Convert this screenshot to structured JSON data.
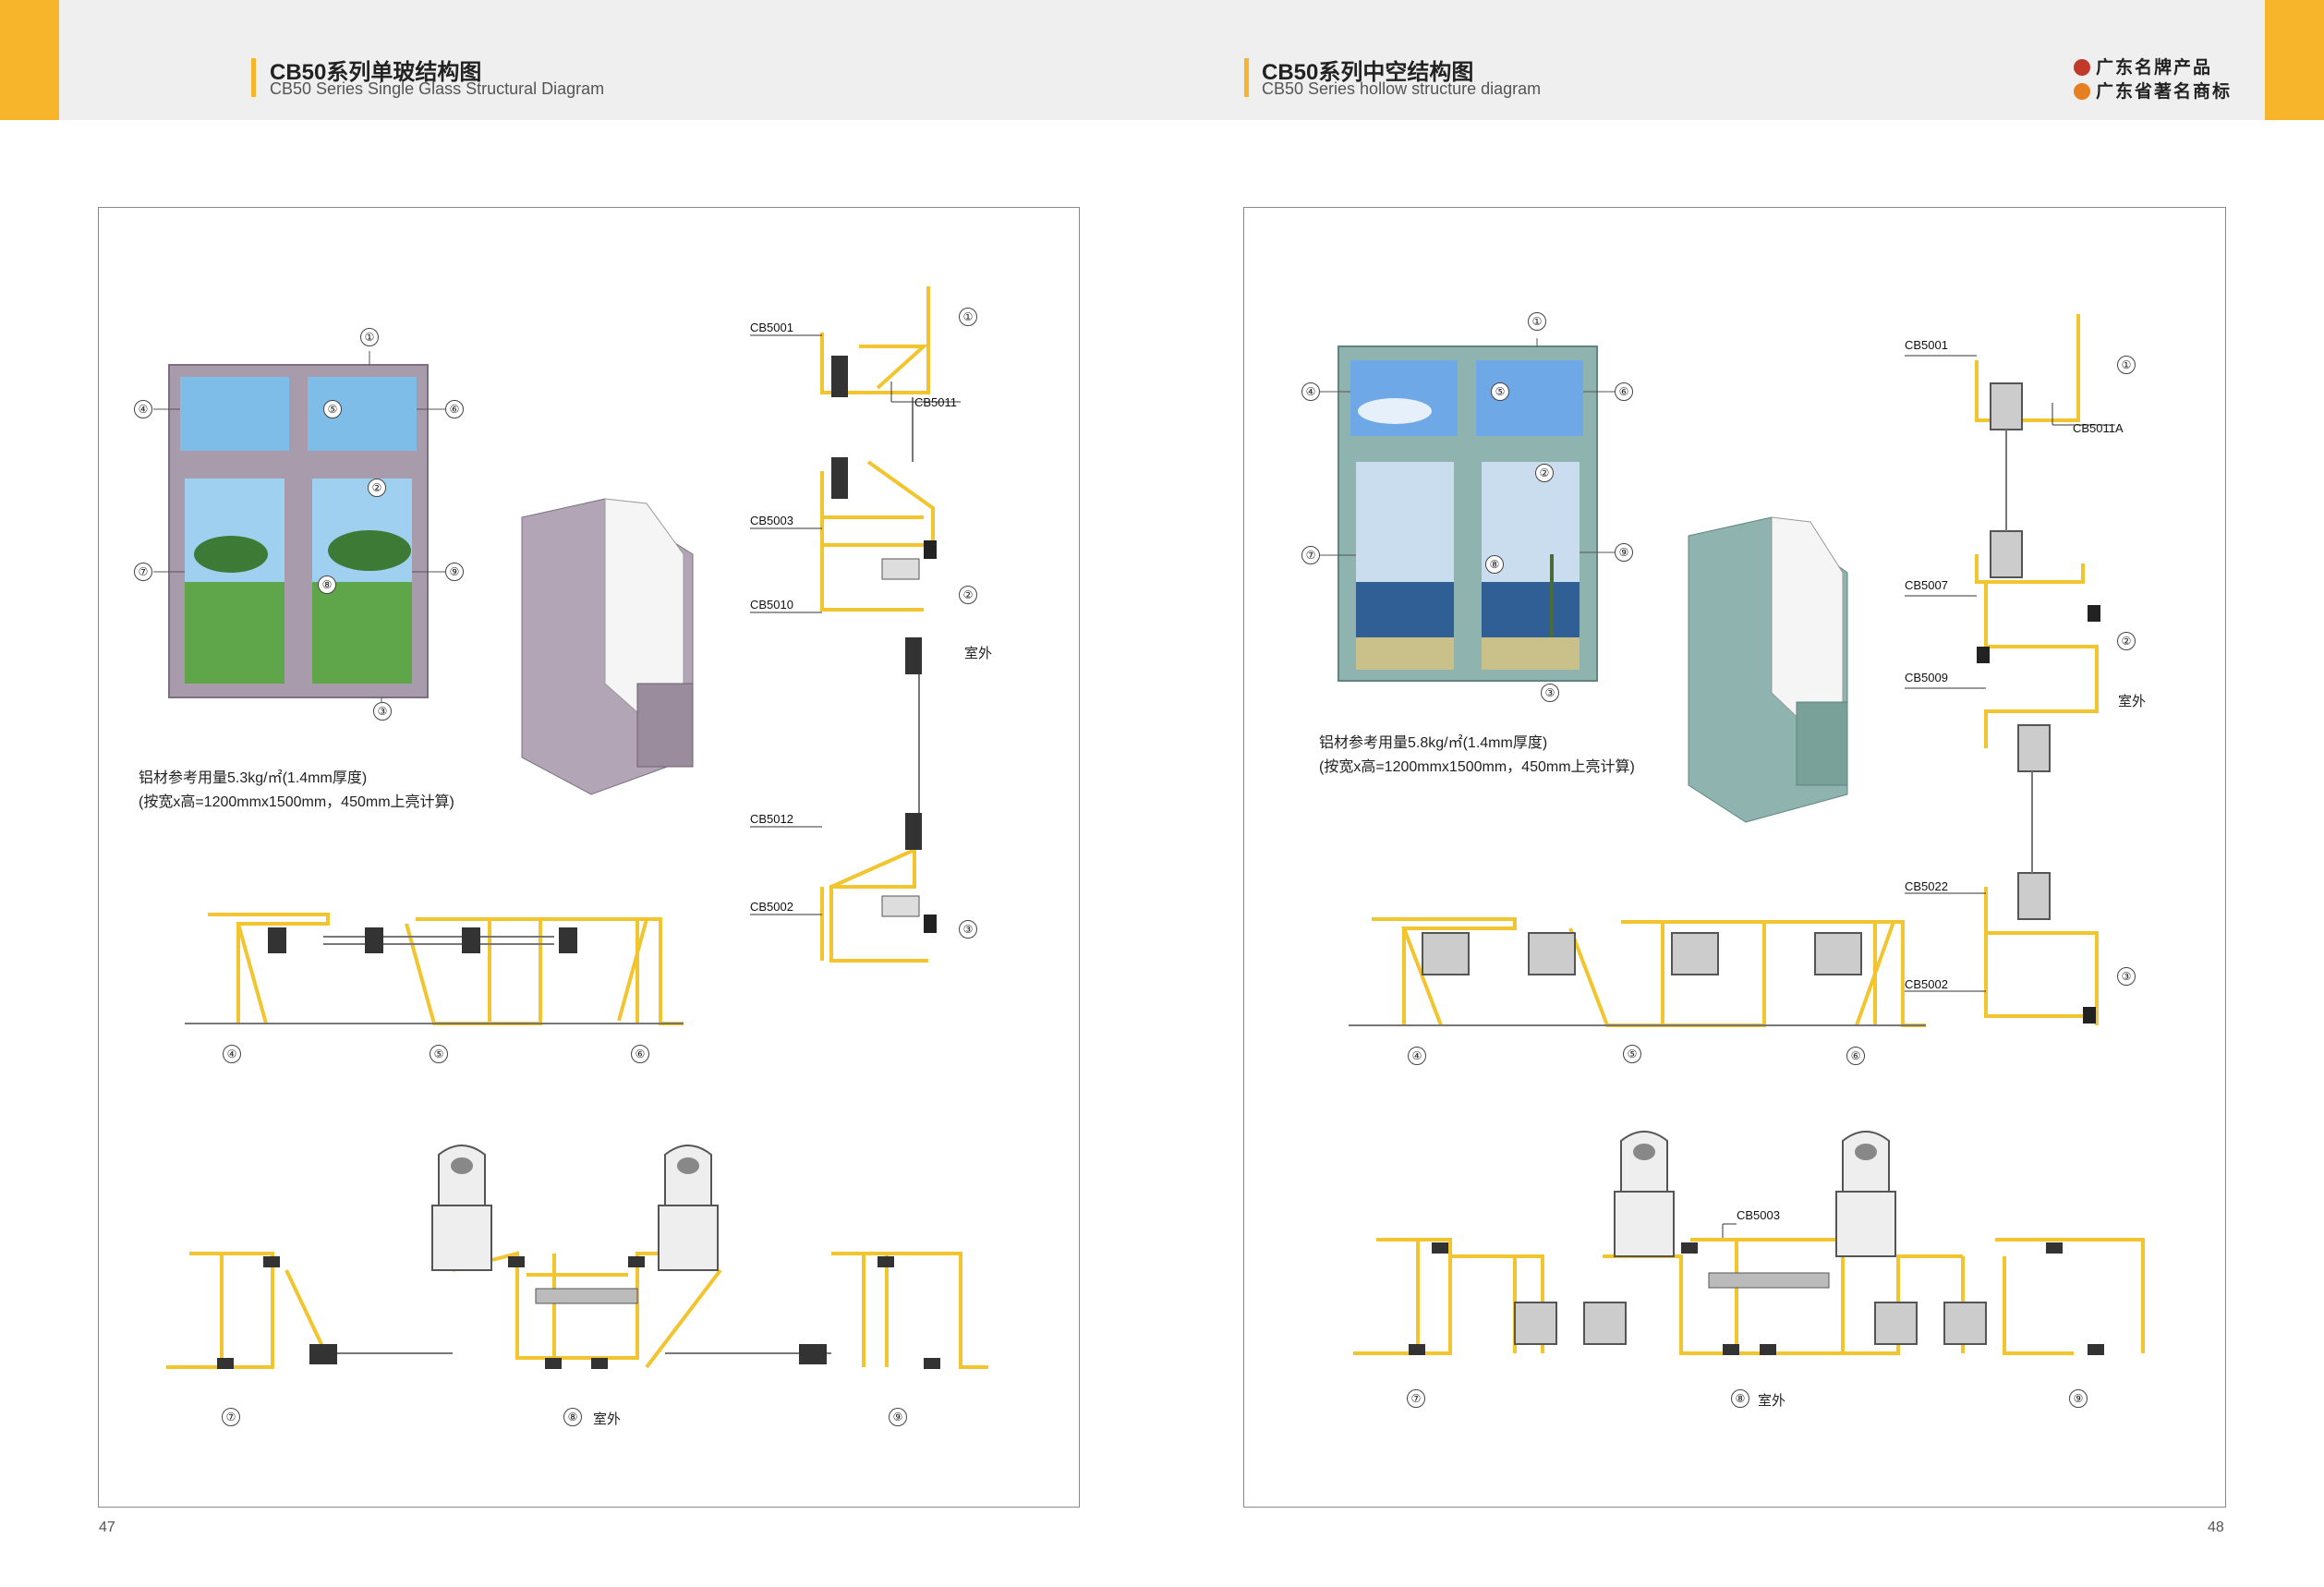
{
  "header": {
    "left_title_cn": "CB50系列单玻结构图",
    "left_title_en": "CB50 Series Single Glass Structural Diagram",
    "right_title_cn": "CB50系列中空结构图",
    "right_title_en": "CB50 Series hollow structure diagram",
    "brand_1": "广东名牌产品",
    "brand_2": "广东省著名商标"
  },
  "colors": {
    "accent": "#f7b52c",
    "profile_yellow": "#f2c52e",
    "frame_purple": "#a89bab",
    "frame_green": "#8fb3ae",
    "header_bg": "#efefef"
  },
  "left": {
    "note_line1": "铝材参考用量5.3kg/㎡(1.4mm厚度)",
    "note_line2": "(按宽x高=1200mmx1500mm，450mm上亮计算)",
    "parts": [
      "CB5001",
      "CB5011",
      "CB5003",
      "CB5010",
      "CB5012",
      "CB5002"
    ],
    "outside_label": "室外",
    "markers": [
      "①",
      "②",
      "③",
      "④",
      "⑤",
      "⑥",
      "⑦",
      "⑧",
      "⑨"
    ],
    "page_number": "47"
  },
  "right": {
    "note_line1": "铝材参考用量5.8kg/㎡(1.4mm厚度)",
    "note_line2": "(按宽x高=1200mmx1500mm，450mm上亮计算)",
    "parts": [
      "CB5001",
      "CB5011A",
      "CB5007",
      "CB5009",
      "CB5022",
      "CB5002",
      "CB5003"
    ],
    "outside_label": "室外",
    "markers": [
      "①",
      "②",
      "③",
      "④",
      "⑤",
      "⑥",
      "⑦",
      "⑧",
      "⑨"
    ],
    "page_number": "48"
  }
}
